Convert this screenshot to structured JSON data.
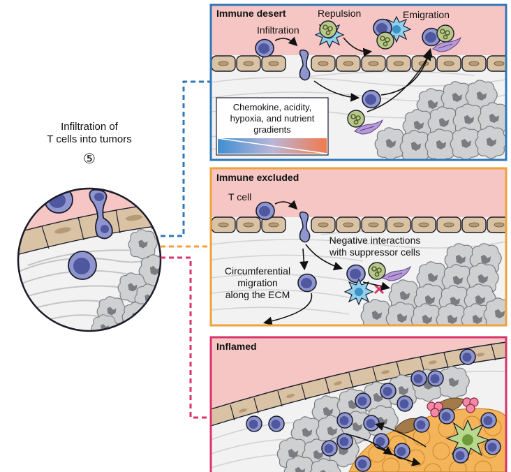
{
  "left_panel": {
    "title_line1": "Infiltration of",
    "title_line2": "T cells into tumors",
    "step_number": "⑤"
  },
  "panels": {
    "desert": {
      "title": "Immune desert",
      "labels": {
        "infiltration": "Infiltration",
        "repulsion": "Repulsion",
        "emigration": "Emigration"
      },
      "gradient_box": {
        "line1": "Chemokine, acidity,",
        "line2": "hypoxia, and nutrient",
        "line3": "gradients"
      }
    },
    "excluded": {
      "title": "Immune excluded",
      "labels": {
        "t_cell": "T cell",
        "negative_line1": "Negative interactions",
        "negative_line2": "with suppressor cells",
        "circ_line1": "Circumferential",
        "circ_line2": "migration",
        "circ_line3": "along the ECM"
      }
    },
    "inflamed": {
      "title": "Inflamed"
    }
  },
  "colors": {
    "vessel_pink": "#f6c6c4",
    "endothelium": "#d9c3a4",
    "endothelium_nucleus": "#b69a78",
    "t_cell": "#8f96cf",
    "t_cell_nucleus": "#4f579f",
    "tumor_gray": "#cfd0d2",
    "desert_border": "#2f77b8",
    "excluded_border": "#f0a13a",
    "inflamed_border": "#d9336a",
    "suppressor_green": "#b9c98a",
    "dendritic_blue": "#8fd0ee",
    "fibroblast_purple": "#b59ad6",
    "inflamed_orange": "#f4b55a",
    "gradient_start": "#3f8fd1",
    "gradient_end": "#f07a4d"
  },
  "icons": [
    "t-cell-icon",
    "endothelial-cell-icon",
    "tumor-cell-icon",
    "suppressor-cell-icon",
    "dendritic-cell-icon",
    "fibroblast-icon",
    "mast-cell-icon",
    "red-x-icon"
  ]
}
